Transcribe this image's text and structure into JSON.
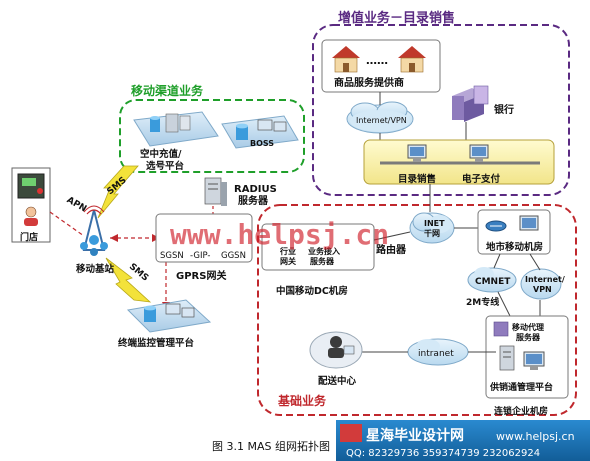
{
  "sections": {
    "value_added": "增值业务－目录销售",
    "mobile_channel": "移动渠道业务",
    "basic": "基础业务"
  },
  "nodes": {
    "supplier": "商品服务提供商",
    "dots": "……",
    "internet_vpn_top": "Internet/VPN",
    "bank": "银行",
    "catalog_sales": "目录销售",
    "e_payment": "电子支付",
    "air_recharge_l1": "空中充值/",
    "air_recharge_l2": "选号平台",
    "boss": "BOSS",
    "radius_l1": "RADIUS",
    "radius_l2": "服务器",
    "sms_top": "SMS",
    "apn": "APN",
    "store": "门店",
    "base_station": "移动基站",
    "sms_bottom": "SMS",
    "sgsn": "SGSN",
    "gip": "-GIP-",
    "ggsn": "GGSN",
    "gprs_gateway": "GPRS网关",
    "industry_gw_l1": "行业",
    "industry_gw_l2": "网关",
    "service_access_l1": "业务接入",
    "service_access_l2": "服务器",
    "router": "路由器",
    "dc_room": "中国移动DC机房",
    "inet_l1": "INET",
    "inet_l2": "干网",
    "city_room": "地市移动机房",
    "cmnet": "CMNET",
    "internet_vpn_right_l1": "Internet/",
    "internet_vpn_right_l2": "VPN",
    "line_2m": "2M专线",
    "agent_server_l1": "移动代理",
    "agent_server_l2": "服务器",
    "terminal_monitor": "终端监控管理平台",
    "delivery": "配送中心",
    "intranet": "intranet",
    "supply_platform": "供销通管理平台",
    "chain_room": "连锁企业机房"
  },
  "watermark": "www.helpsj.cn",
  "caption": "图 3.1 MAS 组网拓扑图",
  "banner": {
    "title": "星海毕业设计网",
    "url": "www.helpsj.cn",
    "qq": "QQ: 82329736  359374739  232062924"
  },
  "colors": {
    "green": "#1f9f2a",
    "purple": "#5a2a82",
    "red": "#c0282d",
    "banner": "#1a74b8"
  }
}
